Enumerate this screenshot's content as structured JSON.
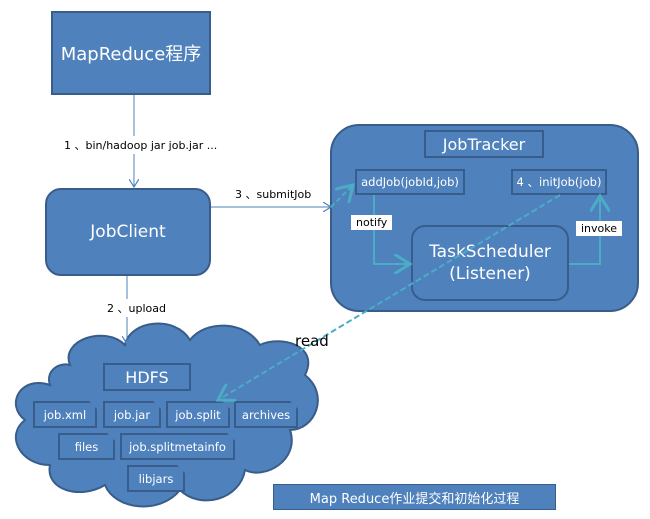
{
  "nodes": {
    "mapreduce_program": "MapReduce程序",
    "jobclient": "JobClient",
    "jobtracker_title": "JobTracker",
    "add_job": "addJob(jobId,job)",
    "init_job": "4 、initJob(job)",
    "task_scheduler_line1": "TaskScheduler",
    "task_scheduler_line2": "(Listener)",
    "hdfs_title": "HDFS"
  },
  "hdfs_files": [
    "job.xml",
    "job.jar",
    "job.split",
    "archives",
    "files",
    "job.splitmetainfo",
    "libjars"
  ],
  "edges": {
    "step1": "1 、bin/hadoop jar job.jar ...",
    "step2": "2 、upload",
    "step3": "3 、submitJob",
    "notify": "notify",
    "invoke": "invoke",
    "read": "read"
  },
  "caption": "Map Reduce作业提交和初始化过程",
  "colors": {
    "box_fill": "#4f81bd",
    "box_border": "#385d8a",
    "arrow_dashed": "#4bacc6"
  }
}
